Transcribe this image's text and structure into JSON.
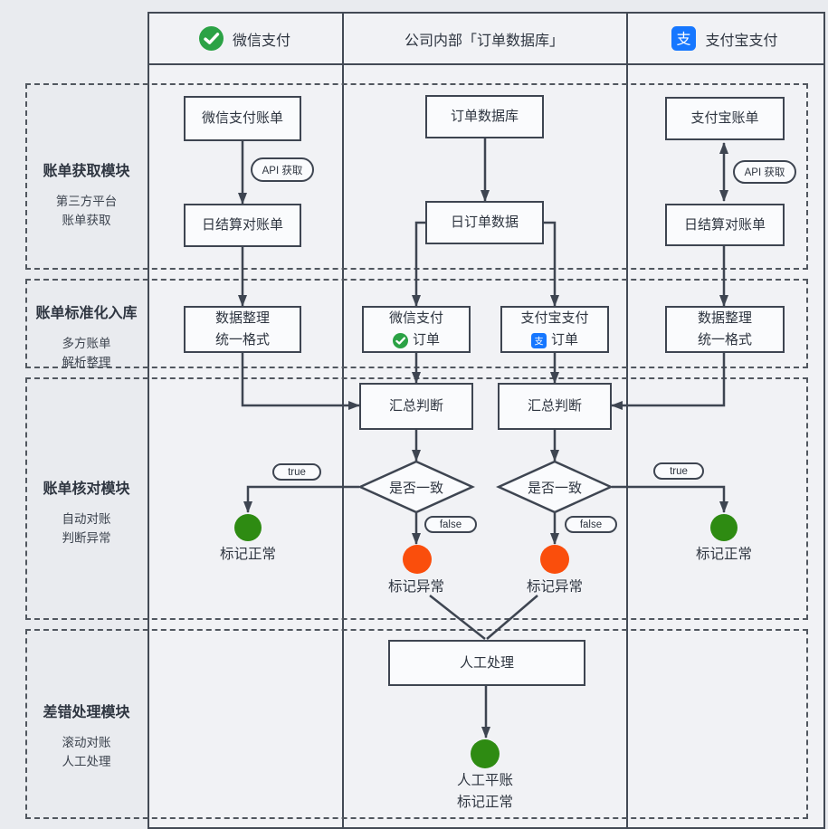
{
  "header": {
    "wechat": {
      "label": "微信支付"
    },
    "internal": {
      "label": "公司内部「订单数据库」"
    },
    "alipay": {
      "label": "支付宝支付"
    }
  },
  "modules": [
    {
      "title": "账单获取模块",
      "line1": "第三方平台",
      "line2": "账单获取"
    },
    {
      "title": "账单标准化入库",
      "line1": "多方账单",
      "line2": "解析整理"
    },
    {
      "title": "账单核对模块",
      "line1": "自动对账",
      "line2": "判断异常"
    },
    {
      "title": "差错处理模块",
      "line1": "滚动对账",
      "line2": "人工处理"
    }
  ],
  "flow": {
    "wechat_bill": "微信支付账单",
    "api_fetch_left": "API 获取",
    "daily_statement_left": "日结算对账单",
    "normalize_left": {
      "line1": "数据整理",
      "line2": "统一格式"
    },
    "order_db": "订单数据库",
    "daily_orders": "日订单数据",
    "wechat_orders": {
      "line1": "微信支付",
      "line2": "订单"
    },
    "alipay_orders": {
      "line1": "支付宝支付",
      "line2": "订单"
    },
    "aggregate_left": "汇总判断",
    "aggregate_right": "汇总判断",
    "decision_left": "是否一致",
    "decision_right": "是否一致",
    "label_true_left": "true",
    "label_true_right": "true",
    "label_false_left": "false",
    "label_false_right": "false",
    "mark_normal_left": "标记正常",
    "mark_normal_right": "标记正常",
    "mark_abnormal_left": "标记异常",
    "mark_abnormal_right": "标记异常",
    "manual_process": "人工处理",
    "manual_balance": {
      "line1": "人工平账",
      "line2": "标记正常"
    },
    "alipay_bill": "支付宝账单",
    "api_fetch_right": "API 获取",
    "daily_statement_right": "日结算对账单",
    "normalize_right": {
      "line1": "数据整理",
      "line2": "统一格式"
    }
  },
  "colors": {
    "success_green": "#2e8b12",
    "alert_orange": "#fa4e0c",
    "wechat_green": "#2BA245",
    "alipay_blue": "#1677FF",
    "line_dark": "#3e4551"
  }
}
